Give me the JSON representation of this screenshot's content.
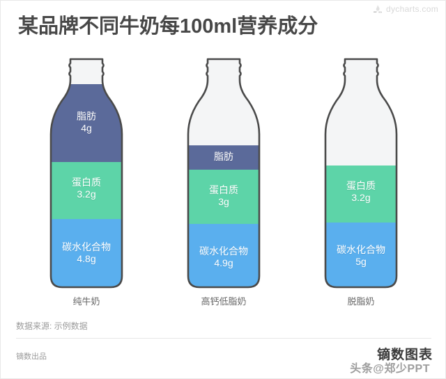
{
  "header": {
    "title": "某品牌不同牛奶每100ml营养成分",
    "watermark_top": "dycharts.com",
    "watermark_logo_icon": "flame-logo-icon"
  },
  "footer": {
    "source": "数据来源: 示例数据",
    "produced_by": "镝数出品",
    "brand": "镝数图表",
    "watermark_bottom": "头条@郑少PPT"
  },
  "colors": {
    "fat": "#5b6a9a",
    "protein": "#5dd4a8",
    "carb": "#5aafee",
    "empty": "#f4f5f6",
    "outline": "#4a4a4a",
    "title": "#474747",
    "label_text": "#ffffff",
    "muted": "#9a9a9a"
  },
  "chart_data": {
    "type": "bar",
    "title": "某品牌不同牛奶每100ml营养成分",
    "subtitle": "",
    "xlabel": "",
    "ylabel": "",
    "unit": "g",
    "basis": "每100ml",
    "note": "Stacked bottle-shaped pictorial bars; fill height proportional to grams per 100ml",
    "categories": [
      "纯牛奶",
      "高钙低脂奶",
      "脱脂奶"
    ],
    "series": [
      {
        "name": "脂肪",
        "values": [
          4,
          1.3,
          0
        ],
        "color": "#5b6a9a"
      },
      {
        "name": "蛋白质",
        "values": [
          3.2,
          3,
          3.2
        ],
        "color": "#5dd4a8"
      },
      {
        "name": "碳水化合物",
        "values": [
          4.8,
          4.9,
          5
        ],
        "color": "#5aafee"
      }
    ],
    "legend_position": "none",
    "grid": false
  },
  "bottles": [
    {
      "category": "纯牛奶",
      "fill_pct": 88,
      "segments": [
        {
          "key": "fat",
          "name": "脂肪",
          "value": "4g",
          "height_pct": 33,
          "show_value": true
        },
        {
          "key": "protein",
          "name": "蛋白质",
          "value": "3.2g",
          "height_pct": 24,
          "show_value": true
        },
        {
          "key": "carb",
          "name": "碳水化合物",
          "value": "4.8g",
          "height_pct": 31,
          "show_value": true
        }
      ]
    },
    {
      "category": "高钙低脂奶",
      "fill_pct": 67,
      "segments": [
        {
          "key": "fat",
          "name": "脂肪",
          "value": "",
          "height_pct": 10,
          "show_value": false
        },
        {
          "key": "protein",
          "name": "蛋白质",
          "value": "3g",
          "height_pct": 23,
          "show_value": true
        },
        {
          "key": "carb",
          "name": "碳水化合物",
          "value": "4.9g",
          "height_pct": 34,
          "show_value": true
        }
      ]
    },
    {
      "category": "脱脂奶",
      "fill_pct": 58,
      "segments": [
        {
          "key": "protein",
          "name": "蛋白质",
          "value": "3.2g",
          "height_pct": 24,
          "show_value": true
        },
        {
          "key": "carb",
          "name": "碳水化合物",
          "value": "5g",
          "height_pct": 34,
          "show_value": true
        }
      ]
    }
  ]
}
